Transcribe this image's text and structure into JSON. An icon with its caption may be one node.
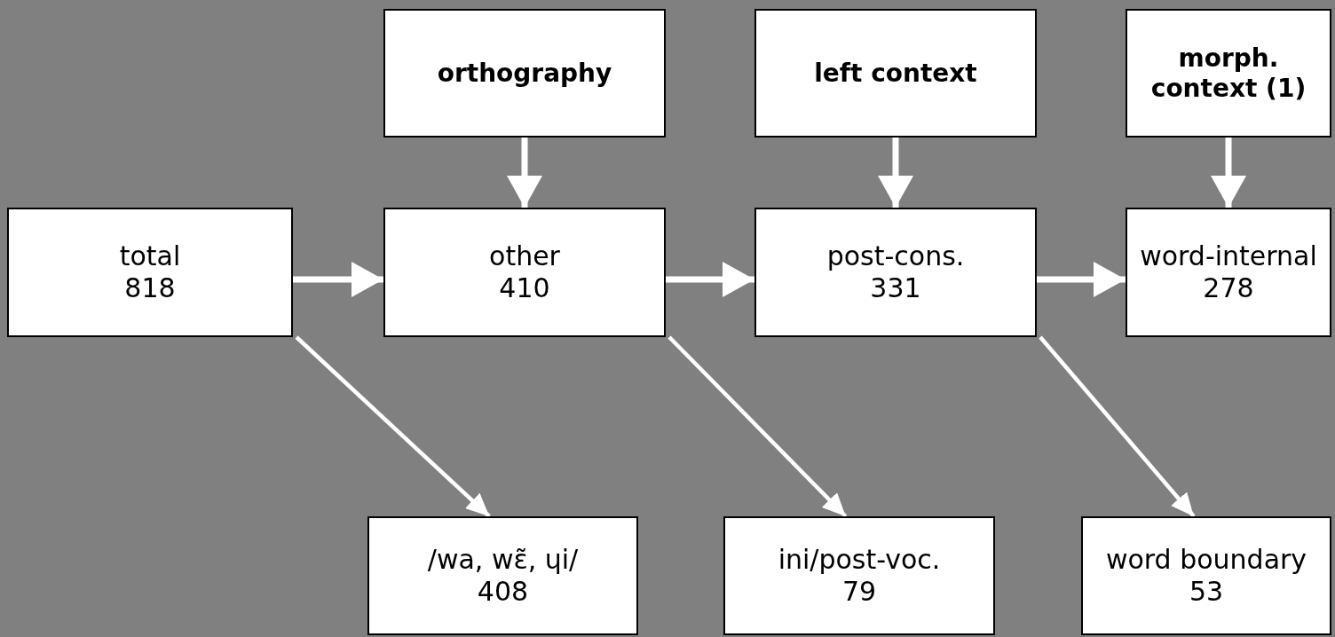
{
  "diagram": {
    "nodes": [
      {
        "text": [
          "orthography"
        ]
      },
      {
        "text": [
          "left context"
        ]
      },
      {
        "text": [
          "morph. context (1)"
        ]
      },
      {
        "text": [
          "total",
          "818"
        ]
      },
      {
        "text": [
          "other",
          "410"
        ]
      },
      {
        "text": [
          "post-cons.",
          "331"
        ]
      },
      {
        "text": [
          "word-internal",
          "278"
        ]
      },
      {
        "text": [
          "/wa, wɛ̃, ɥi/",
          "408"
        ]
      },
      {
        "text": [
          "ini/post-voc.",
          "79"
        ]
      },
      {
        "text": [
          "word boundary",
          "53"
        ]
      }
    ],
    "edges": [
      {
        "from": 0,
        "to": 4,
        "arrow": "to"
      },
      {
        "from": 1,
        "to": 5,
        "arrow": "to"
      },
      {
        "from": 2,
        "to": 6,
        "arrow": "to"
      },
      {
        "from": 3,
        "to": 4,
        "arrow": "to"
      },
      {
        "from": 4,
        "to": 5,
        "arrow": "to"
      },
      {
        "from": 5,
        "to": 6,
        "arrow": "to"
      },
      {
        "from": 3,
        "to": 7,
        "arrow": "to"
      },
      {
        "from": 4,
        "to": 8,
        "arrow": "to"
      },
      {
        "from": 5,
        "to": 9,
        "arrow": "to"
      }
    ]
  }
}
